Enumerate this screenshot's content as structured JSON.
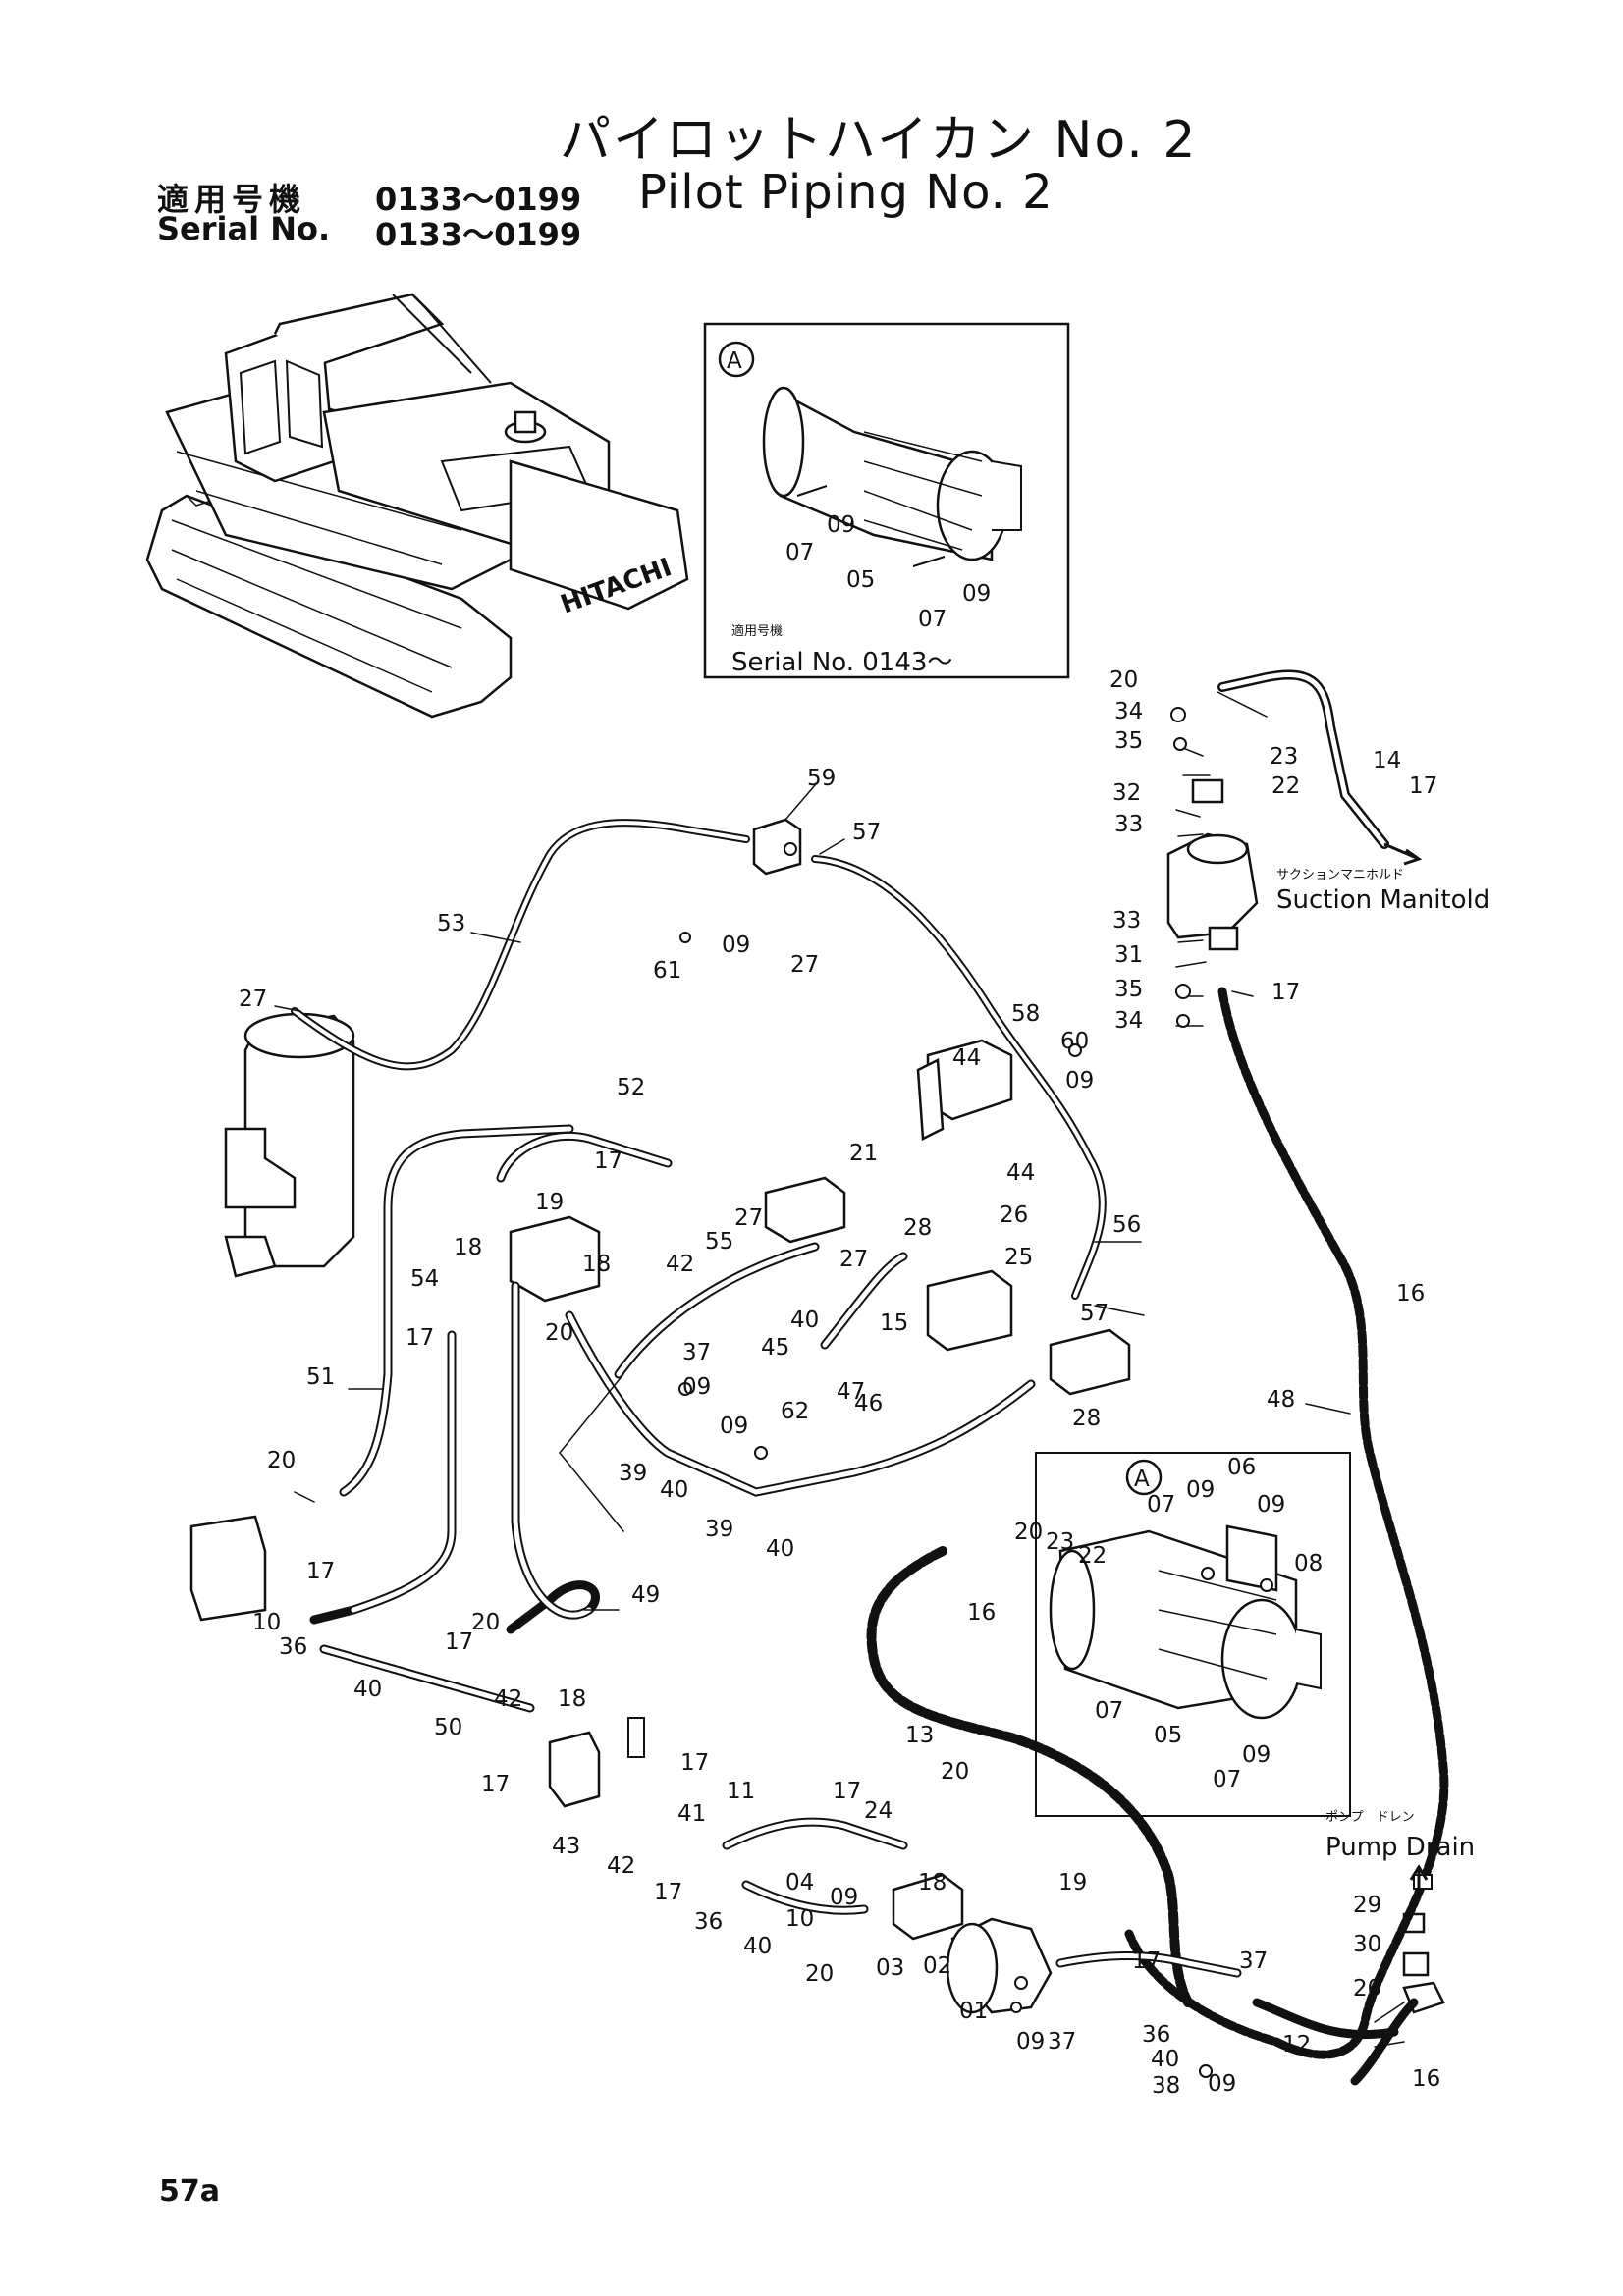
{
  "header": {
    "title_jp": "パイロットハイカン No. 2",
    "title_en": "Pilot Piping No. 2",
    "serial_jp_label": "適用号機",
    "serial_jp_range": "0133～0199",
    "serial_en_label": "Serial No.",
    "serial_en_range": "0133～0199"
  },
  "inset_top": {
    "marker": "A",
    "labels": [
      "09",
      "07",
      "05",
      "09",
      "07"
    ],
    "serial_jp": "適用号機",
    "serial_en": "Serial No. 0143～"
  },
  "inset_bottom": {
    "marker": "A",
    "labels": [
      "07",
      "09",
      "06",
      "09",
      "08",
      "07",
      "05",
      "09",
      "07"
    ]
  },
  "machine": {
    "brand": "HITACHI"
  },
  "callouts": {
    "suction_manifold_jp": "サクションマニホルド",
    "suction_manifold_en": "Suction Manitold",
    "pump_drain_jp": "ポンプ　ドレン",
    "pump_drain_en": "Pump Drain"
  },
  "part_labels": [
    "20",
    "34",
    "35",
    "23",
    "22",
    "14",
    "17",
    "32",
    "33",
    "33",
    "31",
    "17",
    "35",
    "34",
    "59",
    "57",
    "53",
    "61",
    "09",
    "27",
    "27",
    "58",
    "60",
    "09",
    "56",
    "57",
    "16",
    "48",
    "44",
    "21",
    "44",
    "52",
    "17",
    "19",
    "27",
    "55",
    "42",
    "18",
    "18",
    "54",
    "20",
    "17",
    "26",
    "28",
    "27",
    "25",
    "15",
    "40",
    "45",
    "47",
    "46",
    "37",
    "09",
    "09",
    "62",
    "28",
    "51",
    "39",
    "40",
    "39",
    "40",
    "20",
    "17",
    "10",
    "36",
    "40",
    "49",
    "20",
    "17",
    "42",
    "18",
    "50",
    "17",
    "43",
    "42",
    "17",
    "41",
    "17",
    "11",
    "36",
    "40",
    "10",
    "20",
    "03",
    "24",
    "17",
    "20",
    "04",
    "09",
    "18",
    "02",
    "01",
    "19",
    "17",
    "37",
    "09",
    "37",
    "36",
    "40",
    "38",
    "09",
    "12",
    "16",
    "20",
    "23",
    "22",
    "16",
    "13",
    "29",
    "30",
    "20"
  ],
  "page_number": "57a"
}
